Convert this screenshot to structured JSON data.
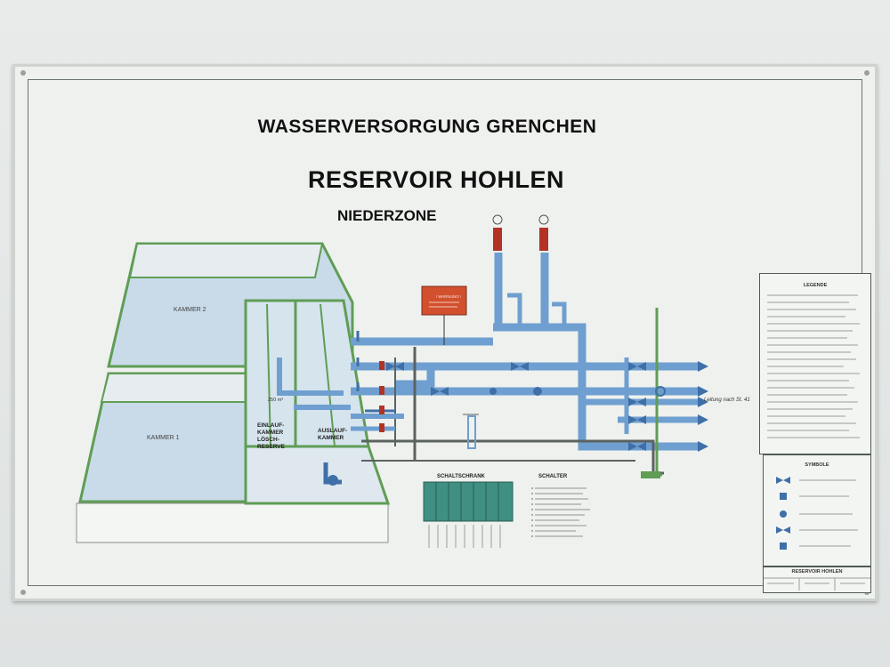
{
  "board": {
    "title": "WASSERVERSORGUNG GRENCHEN",
    "subtitle": "RESERVOIR HOHLEN",
    "zone": "NIEDERZONE"
  },
  "chambers": {
    "kammer2_label": "KAMMER 2",
    "kammer1_label": "KAMMER 1",
    "einlauf_label": "EINLAUF-KAMMER LÖSCH-RESERVE",
    "auslauf_label": "AUSLAUF-KAMMER",
    "volume_label": "250 m³"
  },
  "pipes": {
    "leitung_label": "Leitung nach St. 41",
    "warning_sign_label": "! WARNUNG !"
  },
  "schaltschrank": {
    "title": "SCHALTSCHRANK"
  },
  "schalter": {
    "title": "SCHALTER"
  },
  "legend": {
    "title": "LEGENDE"
  },
  "symbols": {
    "title": "SYMBOLE"
  },
  "footer": {
    "title": "RESERVOIR HOHLEN"
  },
  "colors": {
    "pipe": "#6f9fd0",
    "pipe_dark": "#3f6fa8",
    "wall_green": "#5f9d55",
    "valve_red": "#b23326",
    "warning": "#d2502e",
    "cabinet": "#3f8f82"
  }
}
